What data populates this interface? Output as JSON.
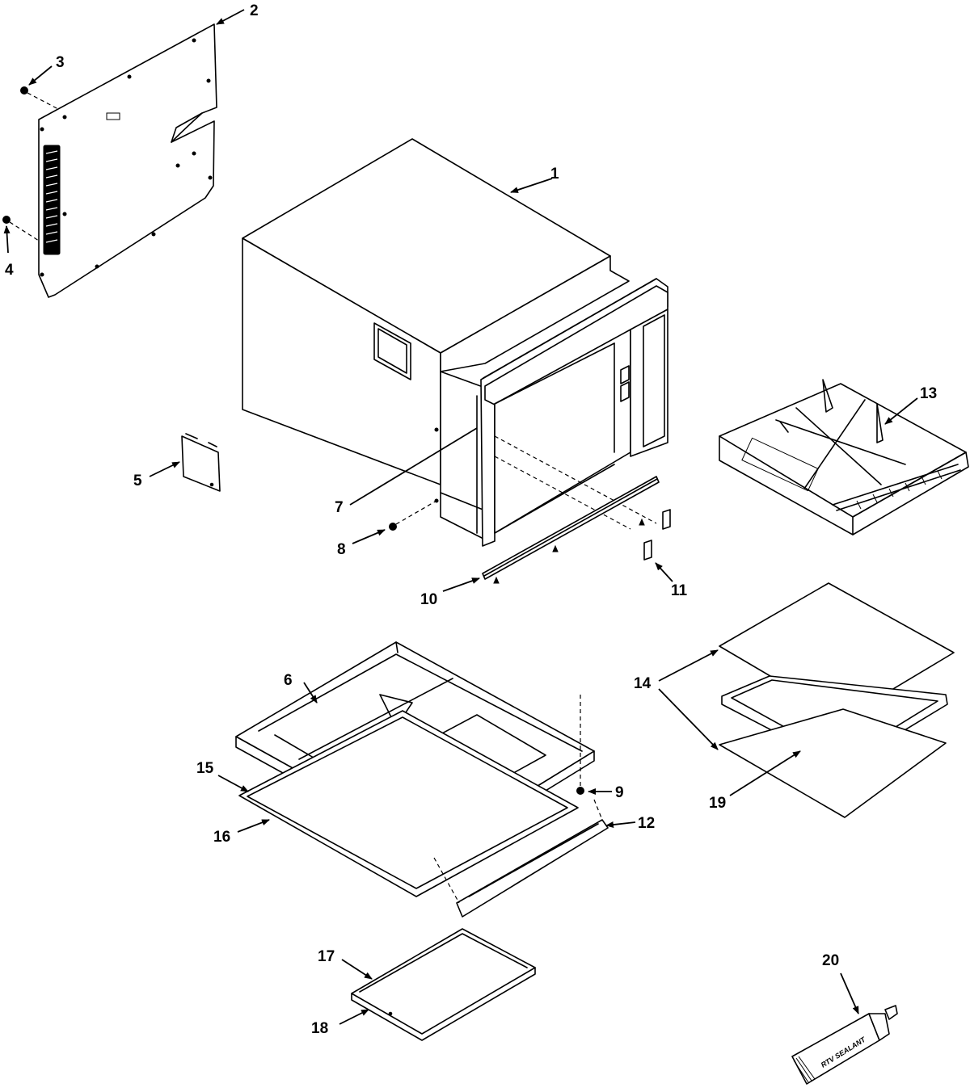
{
  "callouts": [
    {
      "id": "1",
      "text": "1"
    },
    {
      "id": "2",
      "text": "2"
    },
    {
      "id": "3",
      "text": "3"
    },
    {
      "id": "4",
      "text": "4"
    },
    {
      "id": "5",
      "text": "5"
    },
    {
      "id": "6",
      "text": "6"
    },
    {
      "id": "7",
      "text": "7"
    },
    {
      "id": "8",
      "text": "8"
    },
    {
      "id": "9",
      "text": "9"
    },
    {
      "id": "10",
      "text": "10"
    },
    {
      "id": "11",
      "text": "11"
    },
    {
      "id": "12",
      "text": "12"
    },
    {
      "id": "13",
      "text": "13"
    },
    {
      "id": "14",
      "text": "14"
    },
    {
      "id": "15",
      "text": "15"
    },
    {
      "id": "16",
      "text": "16"
    },
    {
      "id": "17",
      "text": "17"
    },
    {
      "id": "18",
      "text": "18"
    },
    {
      "id": "19",
      "text": "19"
    },
    {
      "id": "20",
      "text": "20"
    }
  ],
  "tube_label": "RTV SEALANT",
  "colors": {
    "ink": "#000000",
    "paper": "#ffffff"
  }
}
